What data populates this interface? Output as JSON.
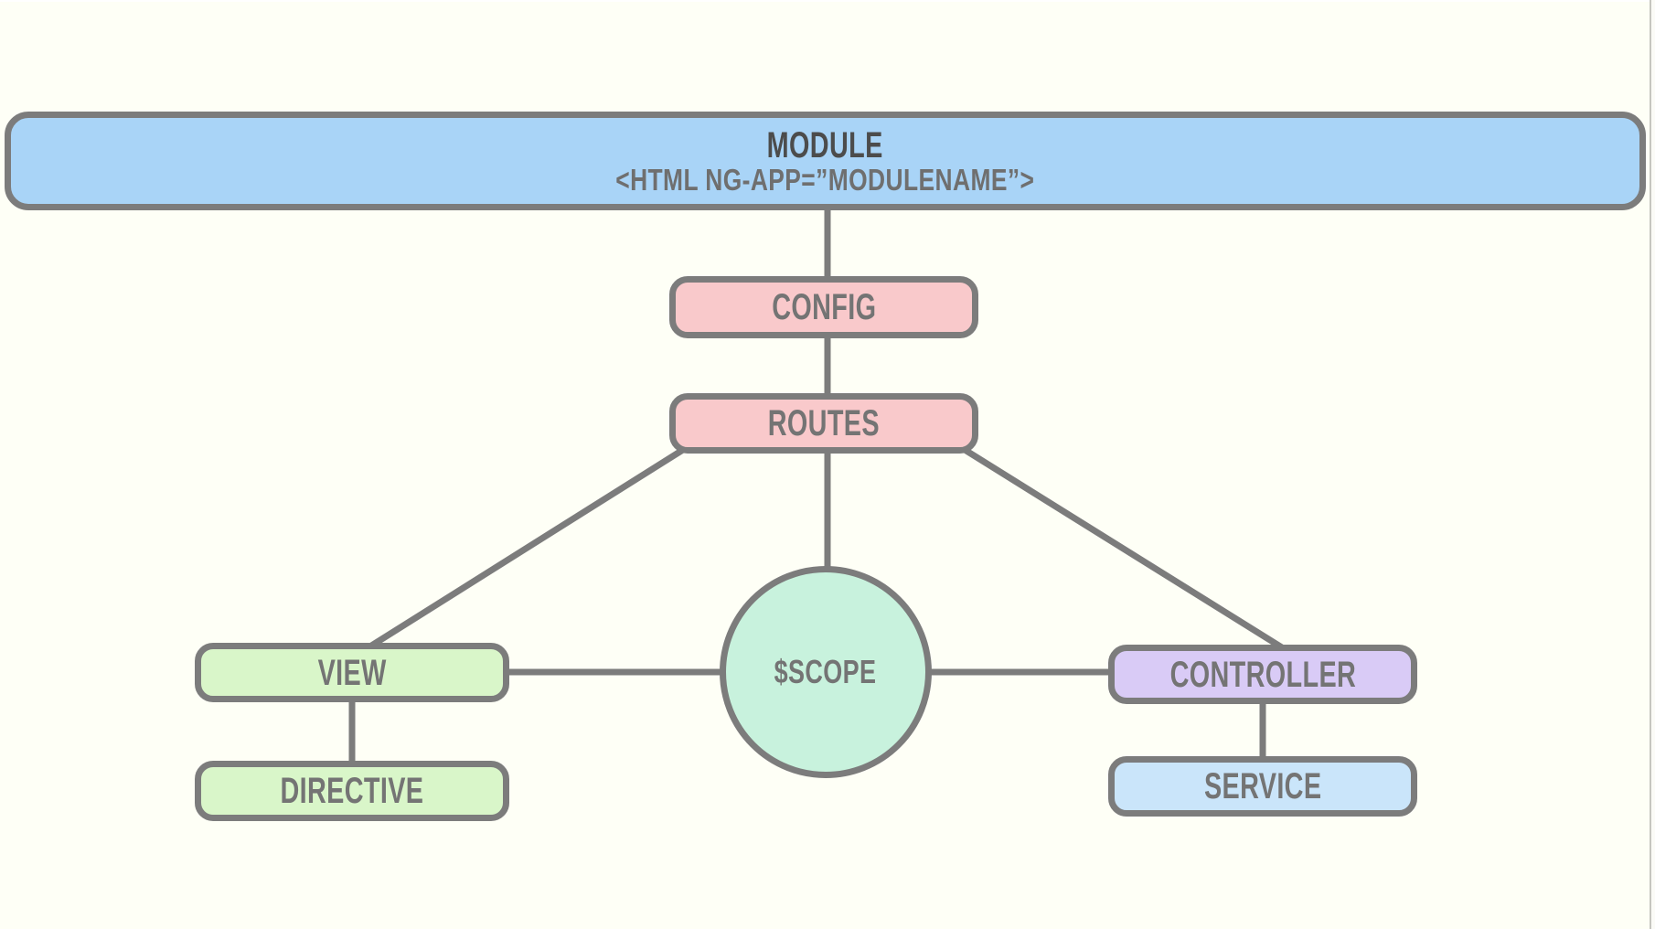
{
  "diagram": {
    "description": "AngularJS module architecture flowchart"
  },
  "nodes": {
    "module": {
      "label": "MODULE",
      "subtitle": "<HTML NG-APP=”MODULENAME”>"
    },
    "config": {
      "label": "CONFIG"
    },
    "routes": {
      "label": "ROUTES"
    },
    "scope": {
      "label": "$SCOPE"
    },
    "view": {
      "label": "VIEW"
    },
    "directive": {
      "label": "DIRECTIVE"
    },
    "controller": {
      "label": "CONTROLLER"
    },
    "service": {
      "label": "SERVICE"
    }
  },
  "colors": {
    "background": "#FEFFF6",
    "module_fill": "#A9D4F7",
    "config_fill": "#F9C9CB",
    "routes_fill": "#F9C9CB",
    "scope_fill": "#C8F2DD",
    "view_fill": "#D9F6C9",
    "directive_fill": "#D9F6C9",
    "controller_fill": "#D9CBF6",
    "service_fill": "#CAE5FA",
    "border": "#7C7C7C",
    "connector": "#7C7C7C",
    "title_text": "#4C4C4C",
    "subtitle_text": "#6F6F6F",
    "label_text": "#747474"
  }
}
